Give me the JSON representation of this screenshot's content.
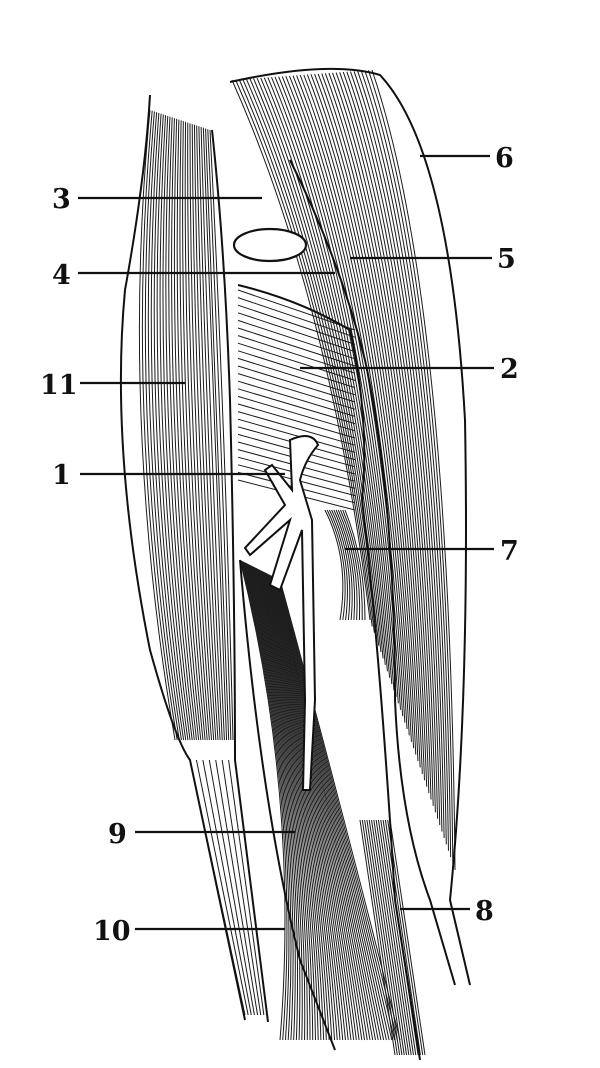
{
  "figure": {
    "labels": [
      "1",
      "2",
      "3",
      "4",
      "5",
      "6",
      "7",
      "8",
      "9",
      "10",
      "11"
    ],
    "colors": {
      "ink": "#111111",
      "paper": "#ffffff"
    }
  }
}
